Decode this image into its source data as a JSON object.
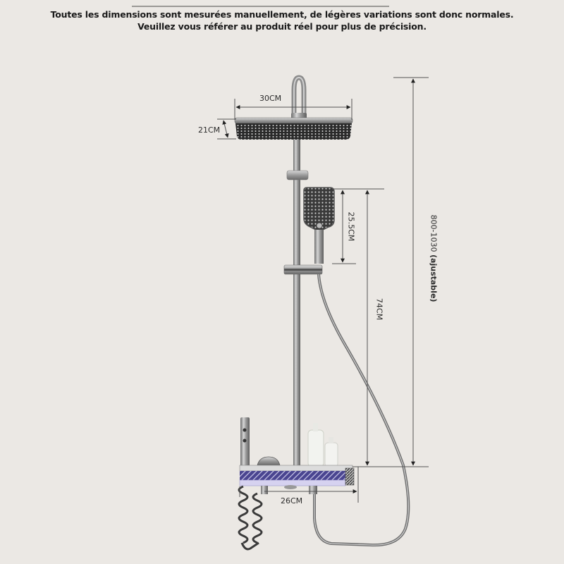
{
  "notice": {
    "line1": "Toutes les dimensions sont mesurées manuellement, de légères variations sont donc normales.",
    "line2": "Veuillez vous référer au produit réel pour plus de précision."
  },
  "dimensions": {
    "shower_head_width": "30CM",
    "shower_head_depth": "21CM",
    "hand_shower_length": "25.5CM",
    "shelf_to_hand_bracket": "74CM",
    "total_height_value": "800-1030",
    "total_height_note": "(ajustable)",
    "shelf_width": "26CM"
  },
  "colors": {
    "background": "#ebe8e4",
    "dimension_line": "#555555",
    "chrome": "#8a8a8a",
    "shower_face": "#2c2c2c",
    "shelf_accent": "#5b4fa8"
  }
}
